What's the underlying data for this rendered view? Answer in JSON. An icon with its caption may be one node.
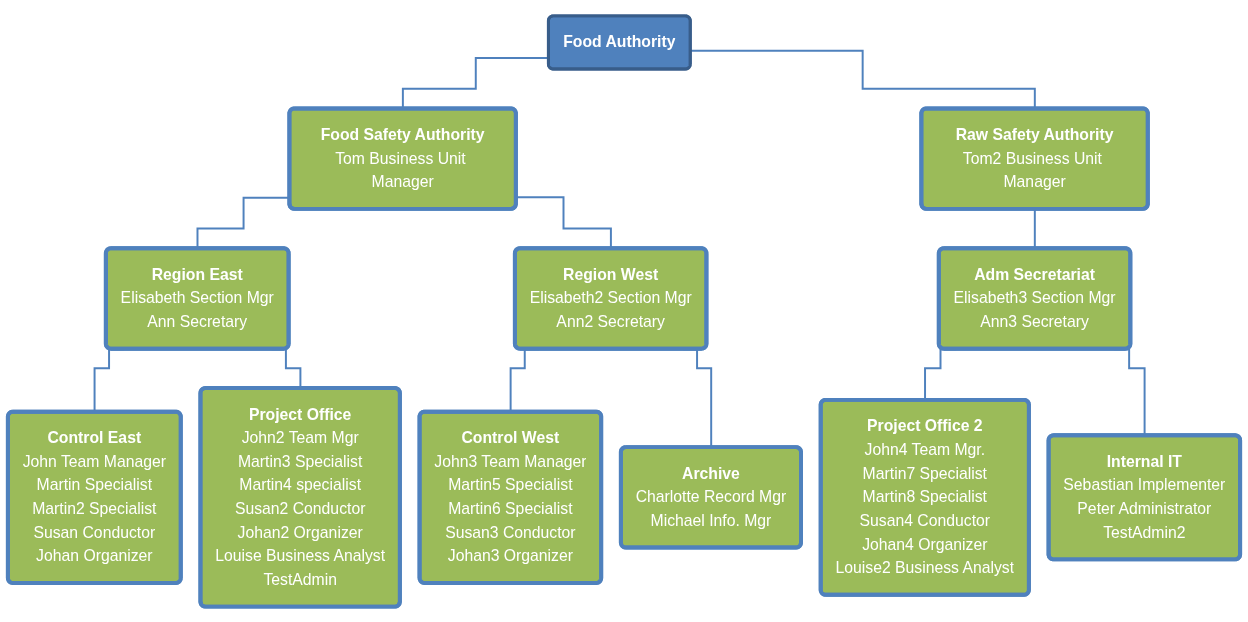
{
  "diagram": {
    "nodes": [
      {
        "text": [
          "Food Authority"
        ]
      },
      {
        "text": [
          "Food Safety Authority",
          "Tom Business Unit Manager"
        ]
      },
      {
        "text": [
          "Raw Safety Authority",
          "Tom2 Business Unit Manager"
        ]
      },
      {
        "text": [
          "Region East",
          "Elisabeth Section Mgr",
          "Ann Secretary"
        ]
      },
      {
        "text": [
          "Region West",
          "Elisabeth2 Section Mgr",
          "Ann2 Secretary"
        ]
      },
      {
        "text": [
          "Adm Secretariat",
          "Elisabeth3 Section Mgr",
          "Ann3 Secretary"
        ]
      },
      {
        "text": [
          "Control East",
          "John Team Manager",
          "Martin Specialist",
          "Martin2 Specialist",
          "Susan Conductor",
          "Johan Organizer"
        ]
      },
      {
        "text": [
          "Project Office",
          "John2 Team Mgr",
          "Martin3 Specialist",
          "Martin4 specialist",
          "Susan2 Conductor",
          "Johan2 Organizer",
          "Louise Business Analyst",
          "TestAdmin"
        ]
      },
      {
        "text": [
          "Control West",
          "John3 Team Manager",
          "Martin5 Specialist",
          "Martin6 Specialist",
          "Susan3 Conductor",
          "Johan3 Organizer"
        ]
      },
      {
        "text": [
          "Archive",
          "Charlotte Record Mgr",
          "Michael Info. Mgr"
        ]
      },
      {
        "text": [
          "Project Office 2",
          "John4 Team Mgr.",
          "Martin7 Specialist",
          "Martin8 Specialist",
          "Susan4 Conductor",
          "Johan4 Organizer",
          "Louise2 Business Analyst"
        ]
      },
      {
        "text": [
          "Internal IT",
          "Sebastian Implementer",
          "Peter  Administrator",
          "TestAdmin2"
        ]
      }
    ],
    "edges": [
      {
        "from": 0,
        "to": 1,
        "arrow": "none"
      },
      {
        "from": 0,
        "to": 2,
        "arrow": "none"
      },
      {
        "from": 1,
        "to": 3,
        "arrow": "none"
      },
      {
        "from": 1,
        "to": 4,
        "arrow": "none"
      },
      {
        "from": 2,
        "to": 5,
        "arrow": "none"
      },
      {
        "from": 3,
        "to": 6,
        "arrow": "none"
      },
      {
        "from": 3,
        "to": 7,
        "arrow": "none"
      },
      {
        "from": 4,
        "to": 8,
        "arrow": "none"
      },
      {
        "from": 4,
        "to": 9,
        "arrow": "none"
      },
      {
        "from": 5,
        "to": 10,
        "arrow": "none"
      },
      {
        "from": 5,
        "to": 11,
        "arrow": "none"
      }
    ]
  }
}
